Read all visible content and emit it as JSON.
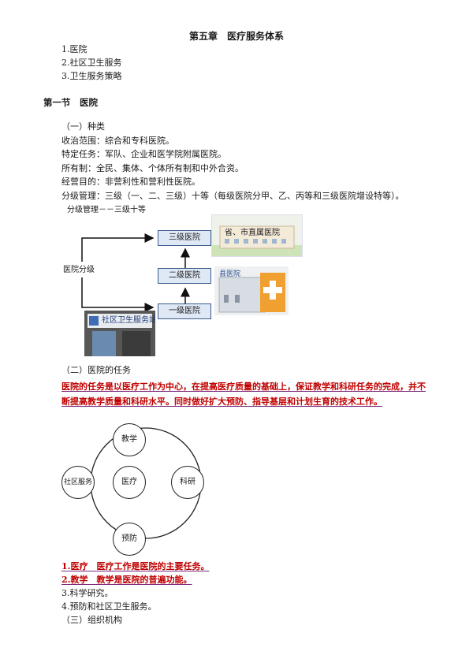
{
  "chapter_title": "第五章　医疗服务体系",
  "toc": [
    "1.医院",
    "2.社区卫生服务",
    "3.卫生服务策略"
  ],
  "section_title": "第一节　医院",
  "kinds": {
    "heading": "（一）种类",
    "lines": [
      "收治范围：综合和专科医院。",
      "特定任务：军队、企业和医学院附属医院。",
      "所有制：全民、集体、个体所有制和中外合资。",
      "经营目的：非营利性和营利性医院。",
      "分级管理：三级（一、二、三级）十等（每级医院分甲、乙、丙等和三级医院增设特等）。"
    ]
  },
  "grading_diagram": {
    "title": "分级管理－－三级十等",
    "root": "医院分级",
    "levels": [
      "三级医院",
      "二级医院",
      "一级医院"
    ],
    "photo_labels": {
      "level3": "省、市直属医院",
      "level2": "县医院",
      "level1": "社区卫生服务站"
    }
  },
  "tasks": {
    "heading": "（二）医院的任务",
    "statement": "医院的任务是以医疗工作为中心，在提高医疗质量的基础上，保证教学和科研任务的完成，并不断提高教学质量和科研水平。同时做好扩大预防、指导基层和计划生育的技术工作。"
  },
  "cycle_diagram": {
    "center": "医疗",
    "top": "教学",
    "right": "科研",
    "bottom": "预防",
    "left": "社区服务"
  },
  "task_list": [
    {
      "text": "1.医疗　医疗工作是医院的主要任务。",
      "highlight": true
    },
    {
      "text": "2.教学　教学是医院的普遍功能。",
      "highlight": true
    },
    {
      "text": "3.科学研究。",
      "highlight": false
    },
    {
      "text": "4.预防和社区卫生服务。",
      "highlight": false
    }
  ],
  "org_heading": "（三）组织机构",
  "colors": {
    "accent_red": "#c00000",
    "box_fill": "#dfe8f5",
    "box_border": "#3b5b8c"
  }
}
